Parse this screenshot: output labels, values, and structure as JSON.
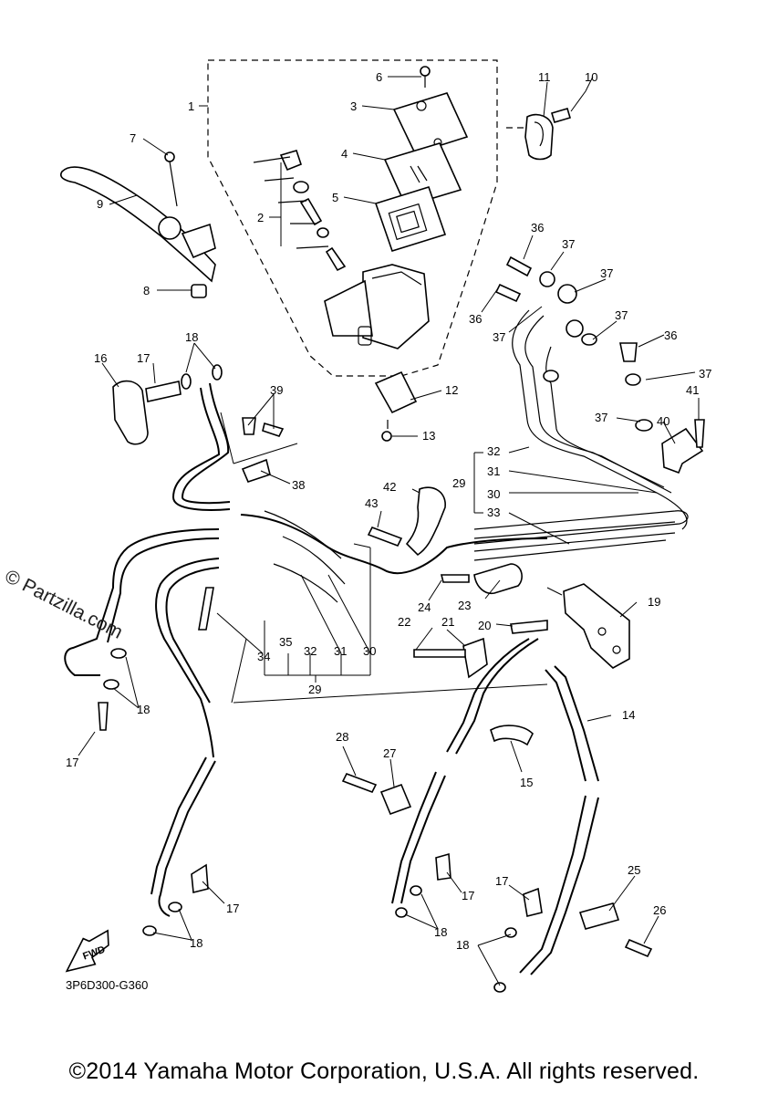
{
  "diagram": {
    "callouts": [
      {
        "id": "c1",
        "text": "1"
      },
      {
        "id": "c2",
        "text": "2"
      },
      {
        "id": "c3",
        "text": "3"
      },
      {
        "id": "c4",
        "text": "4"
      },
      {
        "id": "c5",
        "text": "5"
      },
      {
        "id": "c6",
        "text": "6"
      },
      {
        "id": "c7",
        "text": "7"
      },
      {
        "id": "c8",
        "text": "8"
      },
      {
        "id": "c9",
        "text": "9"
      },
      {
        "id": "c10",
        "text": "10"
      },
      {
        "id": "c11",
        "text": "11"
      },
      {
        "id": "c12",
        "text": "12"
      },
      {
        "id": "c13",
        "text": "13"
      },
      {
        "id": "c14",
        "text": "14"
      },
      {
        "id": "c15",
        "text": "15"
      },
      {
        "id": "c16",
        "text": "16"
      },
      {
        "id": "c17a",
        "text": "17"
      },
      {
        "id": "c17b",
        "text": "17"
      },
      {
        "id": "c17c",
        "text": "17"
      },
      {
        "id": "c17d",
        "text": "17"
      },
      {
        "id": "c17e",
        "text": "17"
      },
      {
        "id": "c18a",
        "text": "18"
      },
      {
        "id": "c18b",
        "text": "18"
      },
      {
        "id": "c18c",
        "text": "18"
      },
      {
        "id": "c18d",
        "text": "18"
      },
      {
        "id": "c18e",
        "text": "18"
      },
      {
        "id": "c19",
        "text": "19"
      },
      {
        "id": "c20",
        "text": "20"
      },
      {
        "id": "c21",
        "text": "21"
      },
      {
        "id": "c22",
        "text": "22"
      },
      {
        "id": "c23",
        "text": "23"
      },
      {
        "id": "c24",
        "text": "24"
      },
      {
        "id": "c25",
        "text": "25"
      },
      {
        "id": "c26",
        "text": "26"
      },
      {
        "id": "c27",
        "text": "27"
      },
      {
        "id": "c28",
        "text": "28"
      },
      {
        "id": "c29a",
        "text": "29"
      },
      {
        "id": "c29b",
        "text": "29"
      },
      {
        "id": "c30a",
        "text": "30"
      },
      {
        "id": "c30b",
        "text": "30"
      },
      {
        "id": "c31a",
        "text": "31"
      },
      {
        "id": "c31b",
        "text": "31"
      },
      {
        "id": "c32a",
        "text": "32"
      },
      {
        "id": "c32b",
        "text": "32"
      },
      {
        "id": "c33",
        "text": "33"
      },
      {
        "id": "c34",
        "text": "34"
      },
      {
        "id": "c35",
        "text": "35"
      },
      {
        "id": "c36a",
        "text": "36"
      },
      {
        "id": "c36b",
        "text": "36"
      },
      {
        "id": "c36c",
        "text": "36"
      },
      {
        "id": "c37a",
        "text": "37"
      },
      {
        "id": "c37b",
        "text": "37"
      },
      {
        "id": "c37c",
        "text": "37"
      },
      {
        "id": "c37d",
        "text": "37"
      },
      {
        "id": "c37e",
        "text": "37"
      },
      {
        "id": "c37f",
        "text": "37"
      },
      {
        "id": "c38",
        "text": "38"
      },
      {
        "id": "c39",
        "text": "39"
      },
      {
        "id": "c40",
        "text": "40"
      },
      {
        "id": "c41",
        "text": "41"
      },
      {
        "id": "c42",
        "text": "42"
      },
      {
        "id": "c43",
        "text": "43"
      }
    ],
    "fwd_label": "FWD",
    "diagram_code": "3P6D300-G360",
    "watermark": "© Partzilla.com",
    "copyright": "©2014 Yamaha Motor Corporation, U.S.A. All rights reserved."
  }
}
